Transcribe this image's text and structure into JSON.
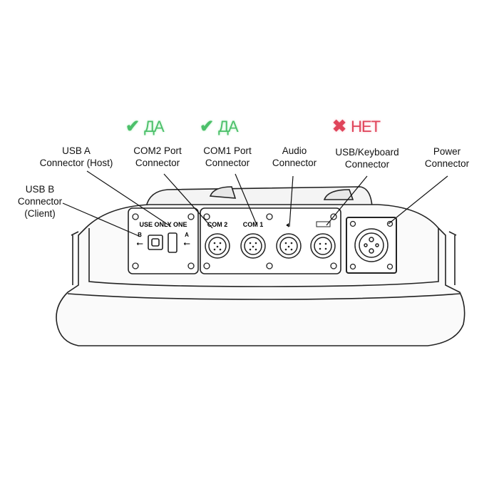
{
  "status_marks": [
    {
      "icon": "check-icon",
      "glyph": "✔",
      "text": "ДА",
      "color": "#4cc06a"
    },
    {
      "icon": "check-icon",
      "glyph": "✔",
      "text": "ДА",
      "color": "#4cc06a"
    },
    {
      "icon": "cross-icon",
      "glyph": "✖",
      "text": "НЕТ",
      "color": "#e0445a"
    }
  ],
  "labels": {
    "usb_a": [
      "USB A",
      "Connector (Host)"
    ],
    "com2": [
      "COM2 Port",
      "Connector"
    ],
    "com1": [
      "COM1 Port",
      "Connector"
    ],
    "audio": [
      "Audio",
      "Connector"
    ],
    "usb_keyboard": [
      "USB/Keyboard",
      "Connector"
    ],
    "power": [
      "Power",
      "Connector"
    ],
    "usb_b": [
      "USB B",
      "Connector",
      "(Client)"
    ]
  },
  "panel_text": {
    "use_only_one": "USE ONLY ONE",
    "port_b": "B",
    "port_a": "A",
    "com2": "COM 2",
    "com1": "COM 1"
  }
}
